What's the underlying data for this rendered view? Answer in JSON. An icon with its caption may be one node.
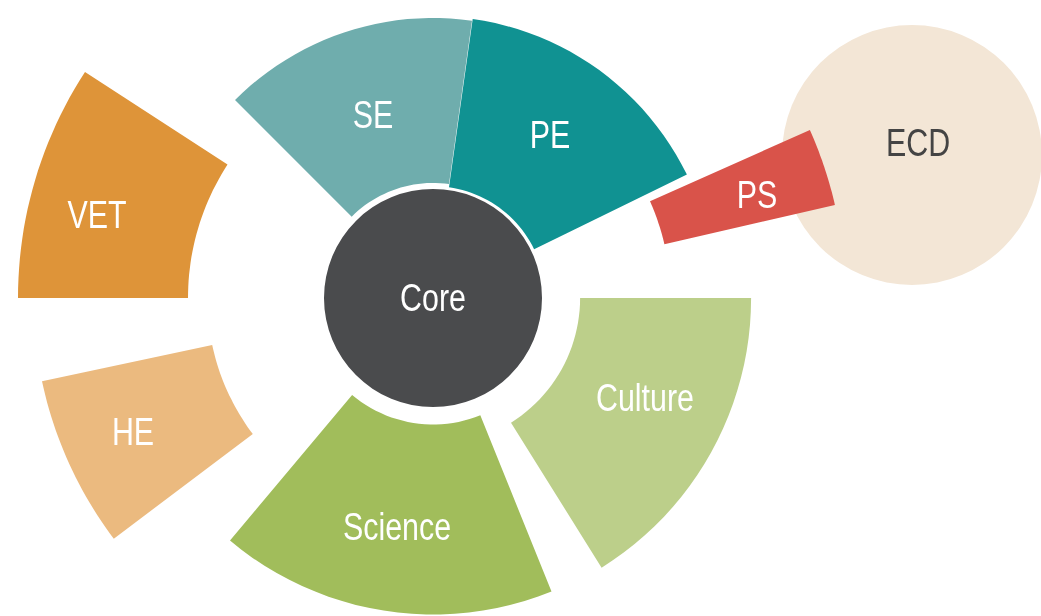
{
  "diagram": {
    "nodes": [
      {
        "text": [
          "SE"
        ]
      },
      {
        "text": [
          "PE"
        ]
      },
      {
        "text": [
          "ECD"
        ]
      },
      {
        "text": [
          "PS"
        ]
      },
      {
        "text": [
          "VET"
        ]
      },
      {
        "text": [
          "Core"
        ]
      },
      {
        "text": [
          "Culture"
        ]
      },
      {
        "text": [
          "HE"
        ]
      },
      {
        "text": [
          "Science"
        ]
      }
    ]
  }
}
